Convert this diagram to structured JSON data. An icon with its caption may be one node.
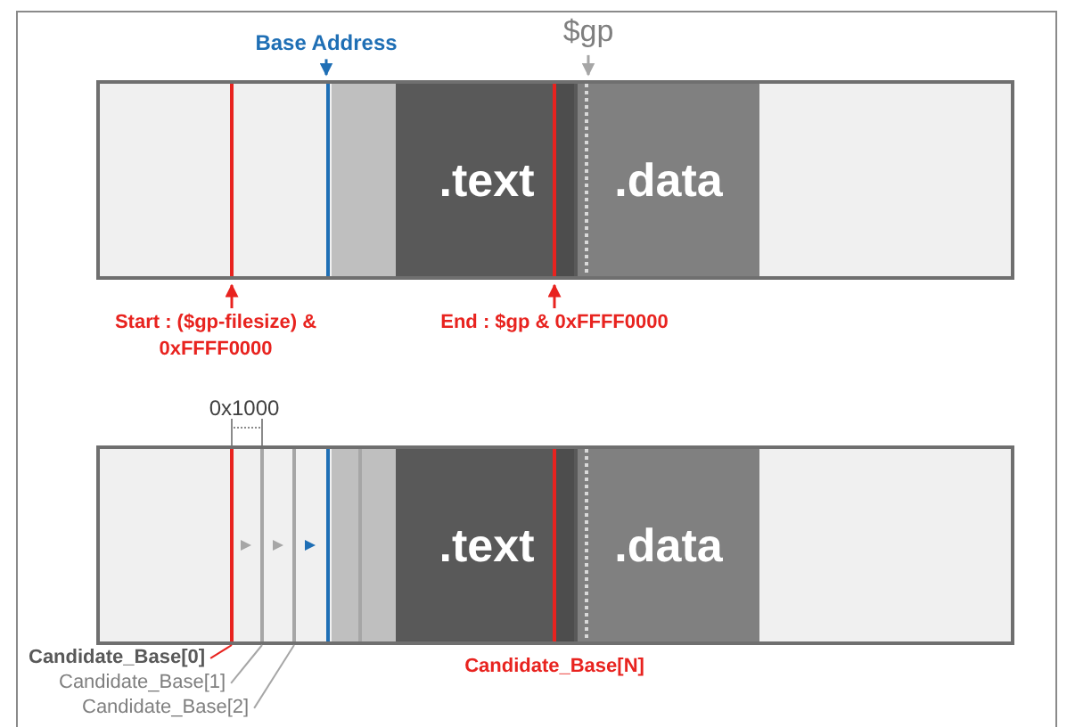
{
  "diagram": {
    "nodes": [
      {
        "text": [
          "Base Address"
        ]
      },
      {
        "text": [
          "$gp"
        ]
      },
      {
        "text": [],
        "shape": "bar"
      },
      {
        "text": [],
        "shape": "box",
        "in": 2
      },
      {
        "text": [
          ".text"
        ],
        "in": 2
      },
      {
        "text": [
          ".data"
        ],
        "in": 2
      },
      {
        "text": [
          "Start : ($gp-filesize) & 0xFFFF0000"
        ]
      },
      {
        "text": [
          "End : $gp & 0xFFFF0000"
        ]
      },
      {
        "text": [],
        "shape": "bar"
      },
      {
        "text": [],
        "shape": "box",
        "in": 8
      },
      {
        "text": [],
        "shape": "box",
        "in": 8
      },
      {
        "text": [
          ".text"
        ],
        "in": 8
      },
      {
        "text": [
          ".data"
        ],
        "in": 8
      },
      {
        "text": [
          "Candidate_Base[0]"
        ]
      },
      {
        "text": [
          "Candidate_Base[1]"
        ]
      },
      {
        "text": [
          "Candidate_Base[2]"
        ]
      }
    ],
    "edges": [
      {
        "from": 0,
        "to": 2,
        "arrow": "to",
        "color": "#1f6fb5"
      },
      {
        "from": 1,
        "to": 2,
        "arrow": "to",
        "color": "#a6a6a6"
      },
      {
        "from": 6,
        "to": 2,
        "arrow": "to",
        "color": "#e8231f"
      },
      {
        "from": 7,
        "to": 2,
        "arrow": "to",
        "color": "#e8231f"
      },
      {
        "from": 13,
        "to": 8,
        "arrow": "none",
        "color": "#e8231f"
      },
      {
        "from": 14,
        "to": 8,
        "arrow": "none",
        "color": "#a6a6a6"
      },
      {
        "from": 15,
        "to": 8,
        "arrow": "none",
        "color": "#a6a6a6"
      }
    ],
    "labels": [
      "0x1000",
      "Candidate_Base[N]"
    ]
  }
}
